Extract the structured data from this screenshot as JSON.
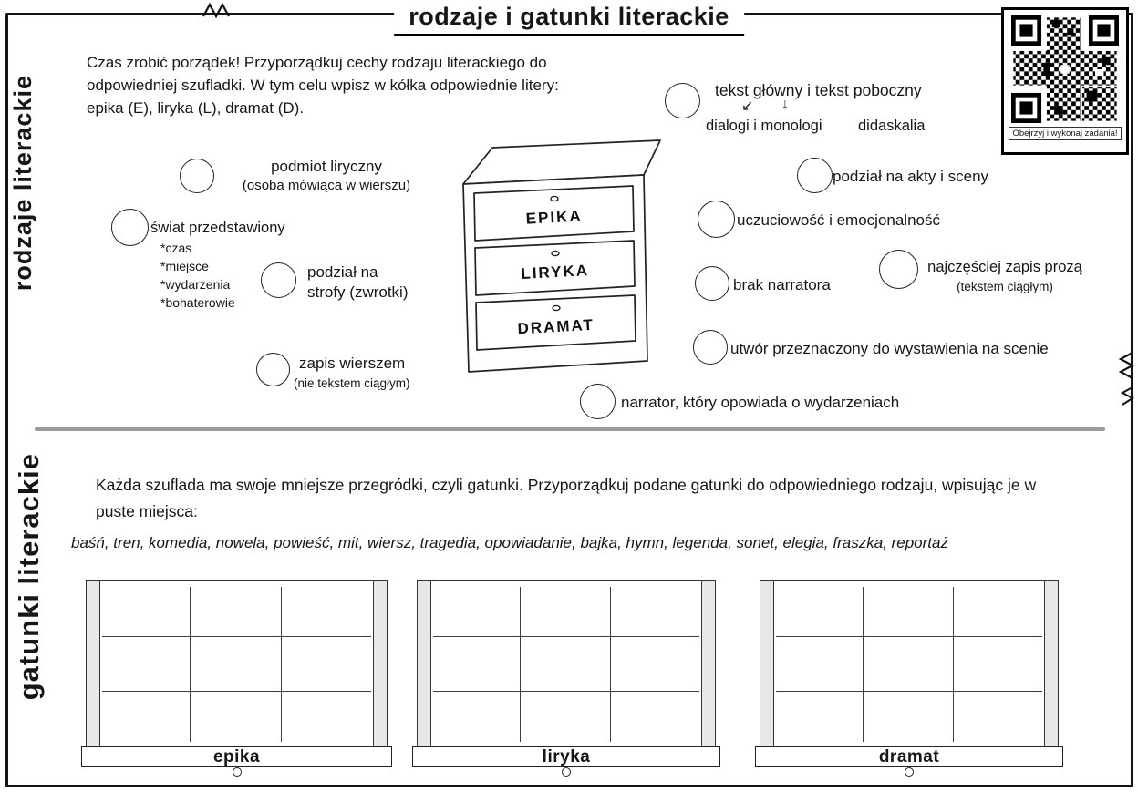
{
  "icons": {
    "arrow_down_left": "↙",
    "arrow_down": "↓"
  },
  "page": {
    "title": "rodzaje i gatunki literackie"
  },
  "qr": {
    "caption": "Obejrzyj i wykonaj zadania!"
  },
  "section_rodzaje": {
    "sidebar_label": "rodzaje literackie",
    "instructions": "Czas zrobić porządek! Przyporządkuj cechy rodzaju literackiego do odpowiedniej szufladki. W tym celu wpisz w kółka odpowiednie litery: epika (E), liryka (L), dramat (D).",
    "dresser_drawers": [
      "EPIKA",
      "LIRYKA",
      "DRAMAT"
    ],
    "features": [
      {
        "label": "podmiot liryczny",
        "sublabel": "(osoba mówiąca w wierszu)"
      },
      {
        "label": "świat przedstawiony",
        "bullets": [
          "*czas",
          "*miejsce",
          "*wydarzenia",
          "*bohaterowie"
        ]
      },
      {
        "label": "podział na strofy (zwrotki)"
      },
      {
        "label": "zapis wierszem",
        "sublabel": "(nie tekstem ciągłym)"
      },
      {
        "label": "tekst główny i tekst poboczny",
        "targets": [
          "dialogi i monologi",
          "didaskalia"
        ]
      },
      {
        "label": "podział na akty i sceny"
      },
      {
        "label": "uczuciowość i emocjonalność"
      },
      {
        "label": "brak narratora"
      },
      {
        "label": "najczęściej zapis prozą",
        "sublabel": "(tekstem ciągłym)"
      },
      {
        "label": "utwór przeznaczony do wystawienia na scenie"
      },
      {
        "label": "narrator, który opowiada o wydarzeniach"
      }
    ]
  },
  "section_gatunki": {
    "sidebar_label": "gatunki literackie",
    "instructions": "Każda szuflada ma swoje mniejsze przegródki, czyli gatunki. Przyporządkuj podane gatunki do odpowiedniego rodzaju, wpisując je w puste miejsca:",
    "genre_list": "baśń, tren, komedia, nowela, powieść, mit, wiersz, tragedia, opowiadanie, bajka, hymn, legenda, sonet, elegia, fraszka, reportaż",
    "drawers": [
      {
        "label": "epika"
      },
      {
        "label": "liryka"
      },
      {
        "label": "dramat"
      }
    ]
  }
}
